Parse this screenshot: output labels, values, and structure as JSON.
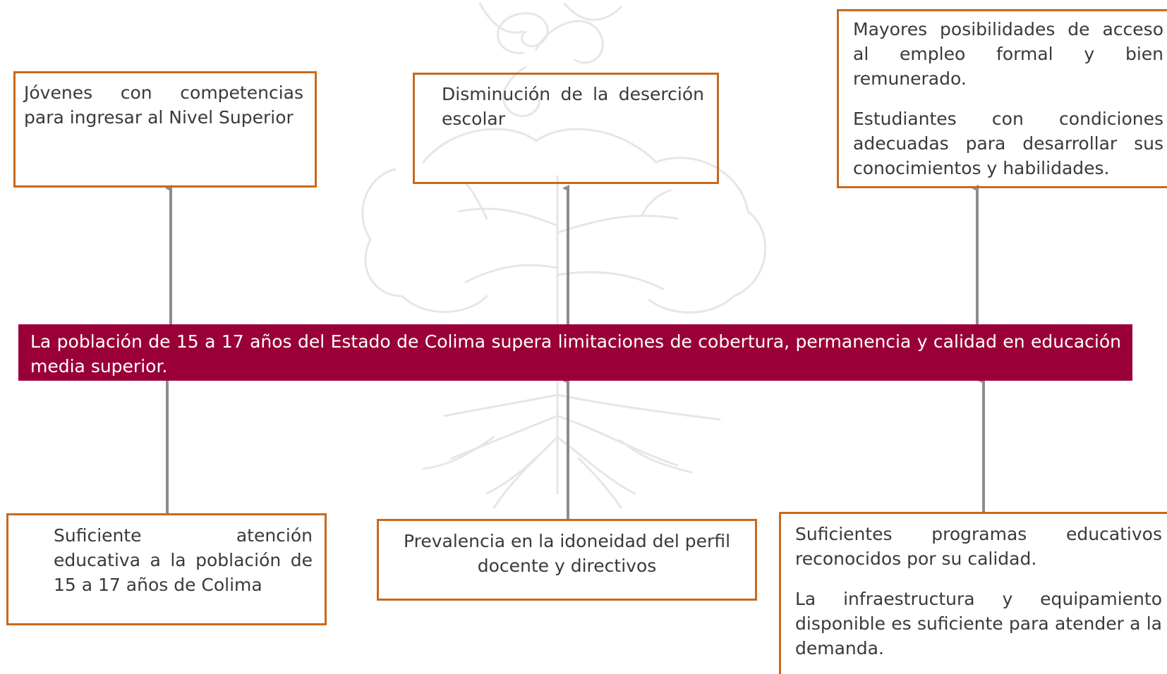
{
  "diagram": {
    "effects": [
      {
        "id": "effect-1",
        "paragraphs": [
          "Jóvenes con competencias para ingresar al Nivel Superior"
        ]
      },
      {
        "id": "effect-2",
        "paragraphs": [
          "Disminución de la deserción escolar"
        ]
      },
      {
        "id": "effect-3",
        "paragraphs": [
          "Mayores posibilidades de acceso al empleo formal y bien remunerado.",
          "Estudiantes con condiciones adecuadas para desarrollar sus conocimientos y habilidades."
        ]
      }
    ],
    "central_problem": "La población de 15 a 17 años del Estado de Colima supera limitaciones de cobertura, permanencia y calidad en educación media superior.",
    "causes": [
      {
        "id": "cause-1",
        "paragraphs": [
          "Suficiente atención educativa a la población de 15 a 17 años de Colima"
        ]
      },
      {
        "id": "cause-2",
        "paragraphs": [
          "Prevalencia en la idoneidad del perfil docente y directivos"
        ]
      },
      {
        "id": "cause-3",
        "paragraphs": [
          "Suficientes programas educativos reconocidos por su calidad.",
          "La infraestructura y equipamiento disponible es suficiente para atender a la demanda."
        ]
      }
    ]
  },
  "colors": {
    "box_border": "#c8691c",
    "problem_bg": "#9a0037",
    "problem_text": "#ffffff",
    "arrow": "#8c8c8c",
    "watermark": "#e6e6e6"
  },
  "icons": {
    "watermark": "tree-watermark-icon",
    "arrow": "up-arrow-icon"
  }
}
